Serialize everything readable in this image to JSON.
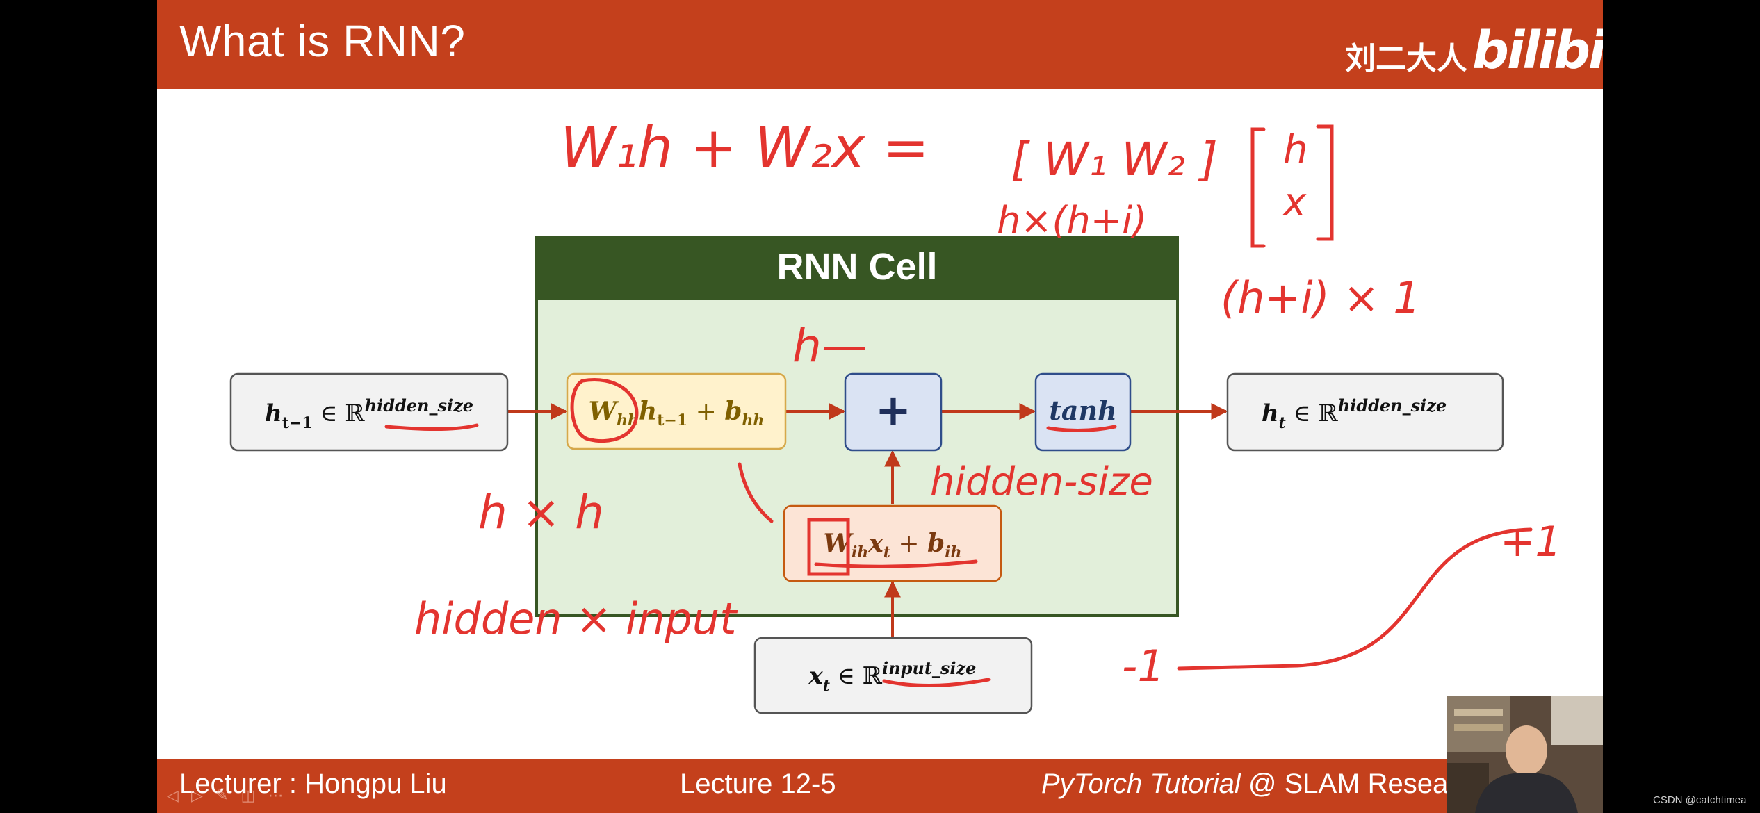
{
  "slide": {
    "title": "What is RNN?",
    "author_logo": "刘二大人",
    "brand_logo": "bilibili"
  },
  "diagram": {
    "cell_title": "RNN Cell",
    "input_h": {
      "sym": "h",
      "sub": "t−1",
      "in": " ∈ ℝ",
      "sup": "hidden_size"
    },
    "output_h": {
      "sym": "h",
      "sub": "t",
      "in": " ∈ ℝ",
      "sup": "hidden_size"
    },
    "input_x": {
      "sym": "x",
      "sub": "t",
      "in": " ∈ ℝ",
      "sup": "input_size"
    },
    "whh_box": {
      "w": "W",
      "wsub": "hh",
      "h": "h",
      "hsub": "t−1",
      "plus": " + ",
      "b": "b",
      "bsub": "hh"
    },
    "wih_box": {
      "w": "W",
      "wsub": "ih",
      "x": "x",
      "xsub": "t",
      "plus": " + ",
      "b": "b",
      "bsub": "ih"
    },
    "plus_node": "+",
    "tanh_node": "tanh"
  },
  "annotations": {
    "equation_left": "W₁h + W₂x =",
    "matrix_w": "[ W₁  W₂ ]",
    "dim_w": "h×(h+i)",
    "matrix_h": "h",
    "matrix_x": "x",
    "dim_hx": "(h+i) × 1",
    "h_dash": "h—",
    "hidden_size": "hidden-size",
    "h_times_h": "h × h",
    "hidden_input": "hidden × input",
    "plus_one": "+1",
    "minus_one": "-1"
  },
  "footer": {
    "lecturer": "Lecturer : Hongpu Liu",
    "lecture": "Lecture 12-5",
    "course_italic": "PyTorch Tutorial",
    "course_rest": " @ SLAM Resea"
  },
  "player_controls": "◁ ▷ ✎ ◫ ⋯",
  "watermark": "CSDN @catchtimea",
  "colors": {
    "header_bar": "#c4401c",
    "cell_dark_green": "#375623",
    "cell_light_green": "#e2efda",
    "yellow_box": "#fff2cc",
    "orange_box": "#fce4d6",
    "blue_node": "#dae3f3",
    "ink_red": "#e3342f",
    "arrow_red": "#c0391b"
  }
}
